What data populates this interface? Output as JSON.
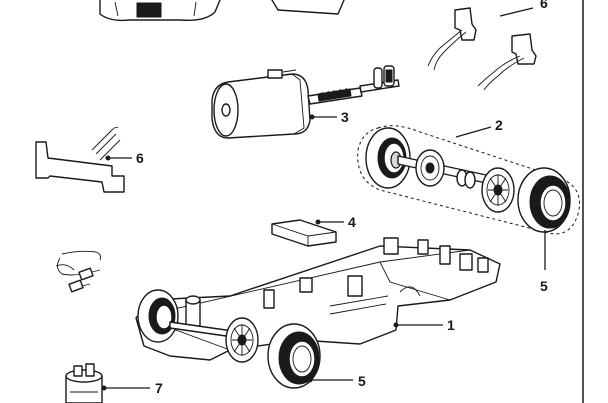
{
  "callouts": {
    "c1": "1",
    "c2": "2",
    "c3": "3",
    "c4": "4",
    "c5a": "5",
    "c5b": "5",
    "c6a": "6",
    "c6b": "6",
    "c7": "7"
  }
}
